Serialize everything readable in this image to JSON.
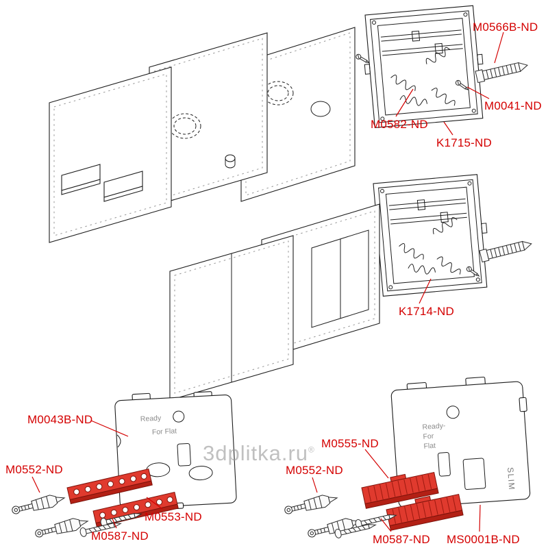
{
  "watermark": {
    "text": "3dplitka.ru",
    "mark": "®"
  },
  "labels": {
    "m0566b": "M0566B-ND",
    "m0041": "M0041-ND",
    "m0582": "M0582-ND",
    "k1715": "K1715-ND",
    "k1714": "K1714-ND",
    "m0043b": "M0043B-ND",
    "m0552_left": "M0552-ND",
    "m0553": "M0553-ND",
    "m0587_left": "M0587-ND",
    "m0555": "M0555-ND",
    "m0552_right": "M0552-ND",
    "m0587_right": "M0587-ND",
    "ms0001b": "MS0001B-ND"
  },
  "plates": {
    "left": {
      "line1": "Ready",
      "line2": "For Flat"
    },
    "right": {
      "line1": "Ready-",
      "line2": "For",
      "line3": "Flat",
      "side": "SLIM"
    }
  },
  "colors": {
    "label_red": "#d40000",
    "part_red": "#e03a2e",
    "line": "#1c1c1c",
    "watermark": "#9a9a9a"
  }
}
